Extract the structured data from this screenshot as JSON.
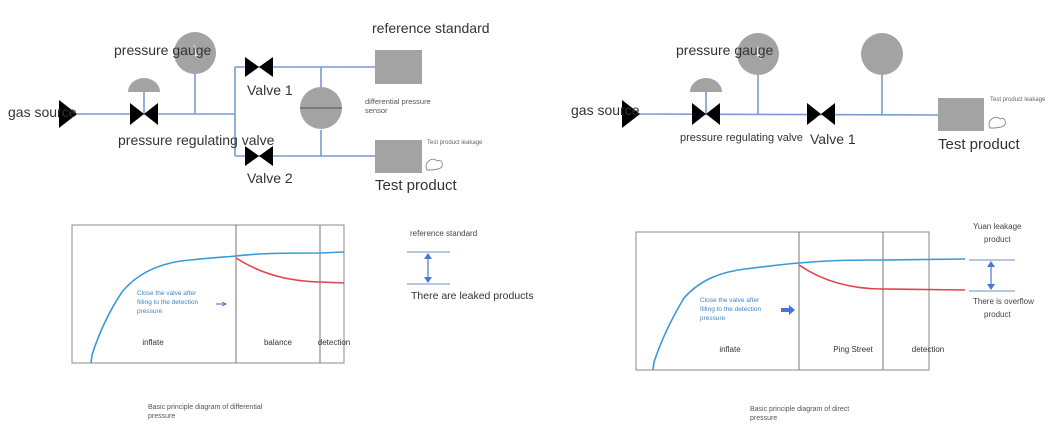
{
  "colors": {
    "pipe": "#7a9ad3",
    "component_fill": "#a3a3a3",
    "valve": "#000000",
    "reference_curve": "#3a9ad9",
    "leak_curve": "#e0434c",
    "arrow": "#4a78d0",
    "annotation_text": "#3f86c8",
    "frame": "#777777",
    "text": "#333333"
  },
  "differential": {
    "schematic": {
      "gas_source": "gas source",
      "pressure_gauge": "pressure gauge",
      "pressure_regulating_valve": "pressure regulating valve",
      "valve1": "Valve 1",
      "valve2": "Valve 2",
      "reference_standard": "reference standard",
      "differential_sensor": [
        "differential pressure",
        "sensor"
      ],
      "test_product": "Test product",
      "test_product_leakage": "Test product leakage"
    },
    "chart": {
      "phases": [
        "inflate",
        "balance",
        "detection"
      ],
      "annotation": [
        "Close the valve after",
        "filling to the detection",
        "pressure"
      ],
      "upper_label": "reference standard",
      "lower_label": "There are leaked products",
      "caption": [
        "Basic principle diagram of differential",
        "pressure"
      ]
    }
  },
  "direct": {
    "schematic": {
      "gas_source": "gas source",
      "pressure_gauge": "pressure gauge",
      "pressure_regulating_valve": "pressure regulating valve",
      "valve1": "Valve 1",
      "test_product": "Test product",
      "test_product_leakage": "Test product leakage"
    },
    "chart": {
      "phases": [
        "inflate",
        "Ping Street",
        "detection"
      ],
      "annotation": [
        "Close the valve after",
        "filling to the detection",
        "pressure"
      ],
      "upper_label": [
        "Yuan leakage",
        "product"
      ],
      "lower_label": [
        "There is overflow",
        "product"
      ],
      "caption": [
        "Basic principle diagram of direct",
        "pressure"
      ]
    }
  }
}
